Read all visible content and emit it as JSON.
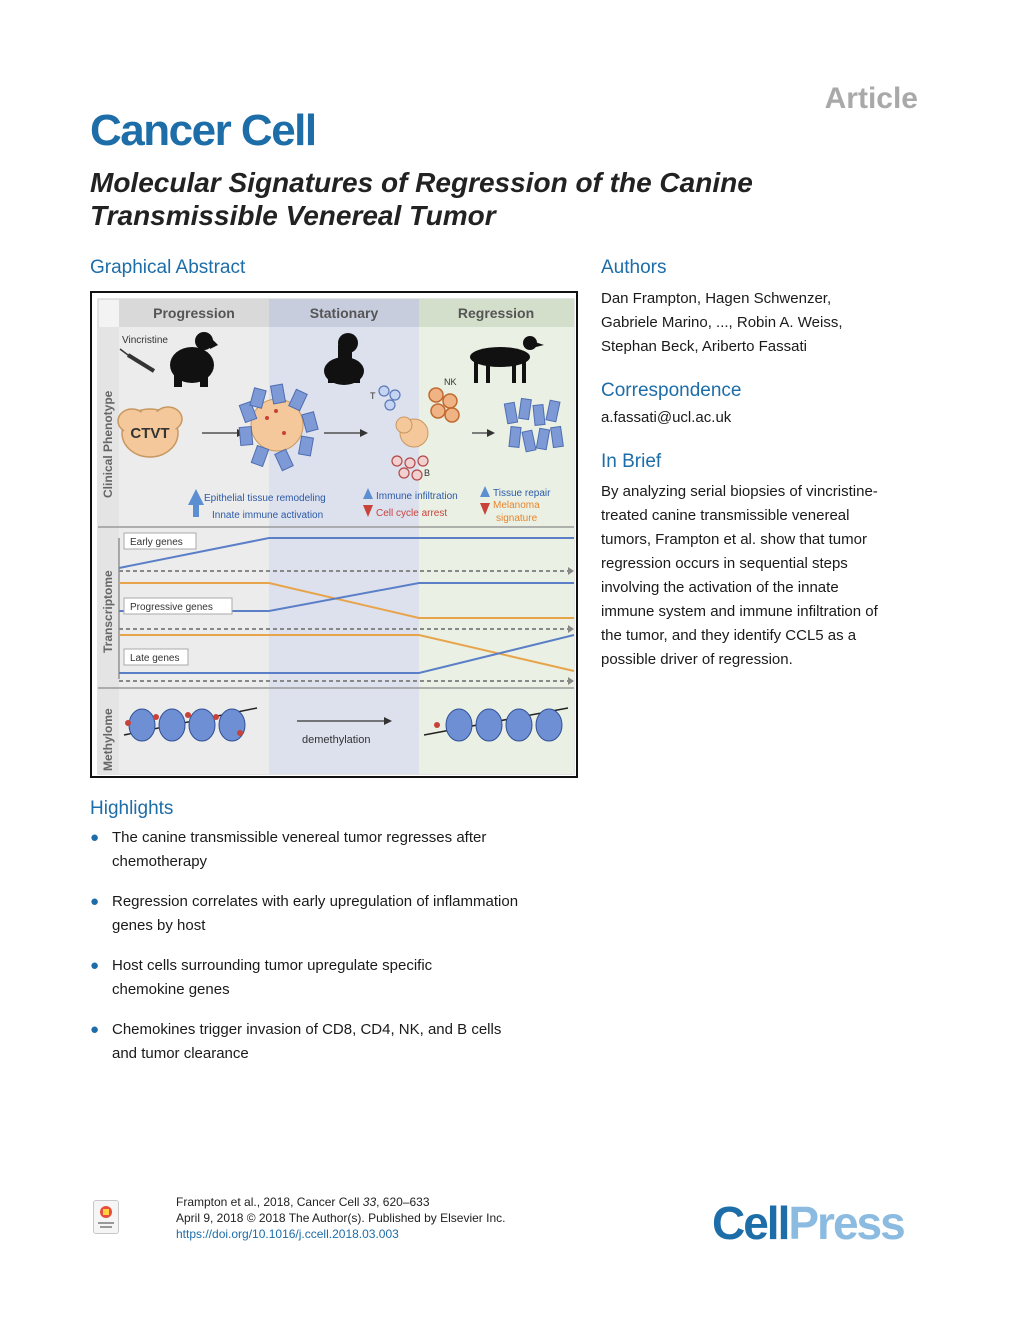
{
  "header": {
    "article_label": "Article",
    "journal": "Cancer Cell",
    "title": "Molecular Signatures of Regression of the Canine Transmissible Venereal Tumor"
  },
  "graphical_abstract": {
    "heading": "Graphical Abstract",
    "columns": [
      "Progression",
      "Stationary",
      "Regression"
    ],
    "row_labels": [
      "Clinical Phenotype",
      "Transcriptome",
      "Methylome"
    ],
    "labels": {
      "vincristine": "Vincristine",
      "ctvt": "CTVT",
      "t": "T",
      "nk": "NK",
      "b": "B",
      "epithelial": "Epithelial tissue remodeling",
      "innate": "Innate immune activation",
      "immune_infiltration": "Immune infiltration",
      "cell_cycle": "Cell cycle arrest",
      "tissue_repair": "Tissue repair",
      "melanoma1": "Melanoma",
      "melanoma2": "signature",
      "early_genes": "Early genes",
      "progressive_genes": "Progressive genes",
      "late_genes": "Late genes",
      "demethylation": "demethylation"
    },
    "colors": {
      "blue_line": "#5b7fc7",
      "orange_line": "#e8a44a",
      "up_arrow": "#5b8fd1",
      "down_arrow": "#c9423a",
      "stationary_bg": "#dde1ee",
      "regression_bg": "#eaf1e4"
    }
  },
  "authors": {
    "heading": "Authors",
    "lines": [
      "Dan Frampton, Hagen Schwenzer,",
      "Gabriele Marino, ..., Robin A. Weiss,",
      "Stephan Beck, Ariberto Fassati"
    ]
  },
  "correspondence": {
    "heading": "Correspondence",
    "email": "a.fassati@ucl.ac.uk"
  },
  "in_brief": {
    "heading": "In Brief",
    "lines": [
      "By analyzing serial biopsies of vincristine-",
      "treated canine transmissible venereal",
      "tumors, Frampton et al. show that tumor",
      "regression occurs in sequential steps",
      "involving the activation of the innate",
      "immune system and immune infiltration of",
      "the tumor, and they identify CCL5 as a",
      "possible driver of regression."
    ]
  },
  "highlights": {
    "heading": "Highlights",
    "items": [
      [
        "The canine transmissible venereal tumor regresses after",
        "chemotherapy"
      ],
      [
        "Regression correlates with early upregulation of inflammation",
        "genes by host"
      ],
      [
        "Host cells surrounding tumor upregulate specific",
        "chemokine genes"
      ],
      [
        "Chemokines trigger invasion of CD8, CD4, NK, and B cells",
        "and tumor clearance"
      ]
    ]
  },
  "footer": {
    "cite_line1a": "Frampton et al., 2018, Cancer Cell ",
    "cite_volume": "33",
    "cite_line1b": ", 620–633",
    "cite_line2": "April 9, 2018 © 2018 The Author(s). Published by Elsevier Inc.",
    "doi": "https://doi.org/10.1016/j.ccell.2018.03.003",
    "publisher_part1": "Cell",
    "publisher_part2": "Press"
  }
}
